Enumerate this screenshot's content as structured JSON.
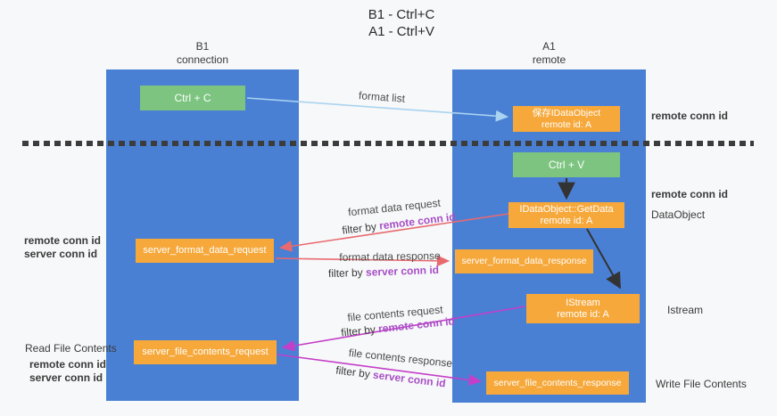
{
  "title": {
    "line1": "B1 - Ctrl+C",
    "line2": "A1 - Ctrl+V"
  },
  "lanes": {
    "left": {
      "title": "B1",
      "subtitle": "connection"
    },
    "right": {
      "title": "A1",
      "subtitle": "remote"
    }
  },
  "boxes": {
    "ctrl_c": "Ctrl + C",
    "ctrl_v": "Ctrl + V",
    "save_idataobject": {
      "line1": "保存IDataObject",
      "line2": "remote id: A"
    },
    "getdata": {
      "line1": "IDataObject::GetData",
      "line2": "remote id: A"
    },
    "istream": {
      "line1": "IStream",
      "line2": "remote id: A"
    },
    "server_format_data_request": "server_format_data_request",
    "server_format_data_response": "server_format_data_response",
    "server_file_contents_request": "server_file_contents_request",
    "server_file_contents_response": "server_file_contents_response"
  },
  "flow_labels": {
    "format_list": "format list",
    "format_data_request": "format data request",
    "format_data_response": "format data response",
    "file_contents_request": "file contents request",
    "file_contents_response": "file contents response",
    "filter_by": "filter by ",
    "remote_conn_id": "remote conn id",
    "server_conn_id": "server conn id"
  },
  "side_labels": {
    "remote_conn_id_top": "remote conn id",
    "remote_conn_id_mid": "remote conn id",
    "dataobject": "DataObject",
    "istream": "Istream",
    "write_file_contents": "Write File Contents",
    "read_file_contents": "Read File Contents",
    "left_remote_conn_id_1": "remote conn id",
    "left_server_conn_id_1": "server conn id",
    "left_remote_conn_id_2": "remote conn id",
    "left_server_conn_id_2": "server conn id"
  },
  "colors": {
    "lane_blue": "#4a80d4",
    "box_green": "#7cc47f",
    "box_orange": "#f6a83b",
    "arrow_light_blue": "#a9d3f0",
    "arrow_black": "#333333",
    "arrow_red": "#e8696e",
    "arrow_magenta": "#c43ec9",
    "text_purple": "#a74fc6",
    "text_green": "#57b957"
  }
}
